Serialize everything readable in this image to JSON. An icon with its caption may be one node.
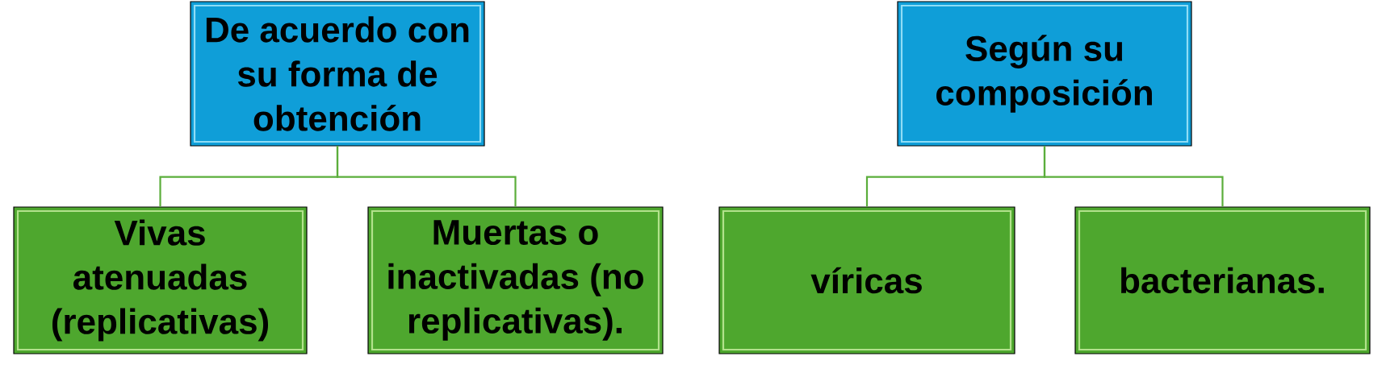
{
  "diagram": {
    "nodes": [
      {
        "text": [
          "De acuerdo con su forma de obtención"
        ]
      },
      {
        "text": [
          "Vivas atenuadas (replicativas)"
        ]
      },
      {
        "text": [
          "Muertas o inactivadas (no replicativas)."
        ]
      },
      {
        "text": [
          "Según su composición"
        ]
      },
      {
        "text": [
          "víricas"
        ]
      },
      {
        "text": [
          "bacterianas."
        ]
      }
    ],
    "edges": [
      {
        "from": 0,
        "to": 1,
        "arrow": "none"
      },
      {
        "from": 0,
        "to": 2,
        "arrow": "none"
      },
      {
        "from": 3,
        "to": 4,
        "arrow": "none"
      },
      {
        "from": 3,
        "to": 5,
        "arrow": "none"
      }
    ]
  }
}
